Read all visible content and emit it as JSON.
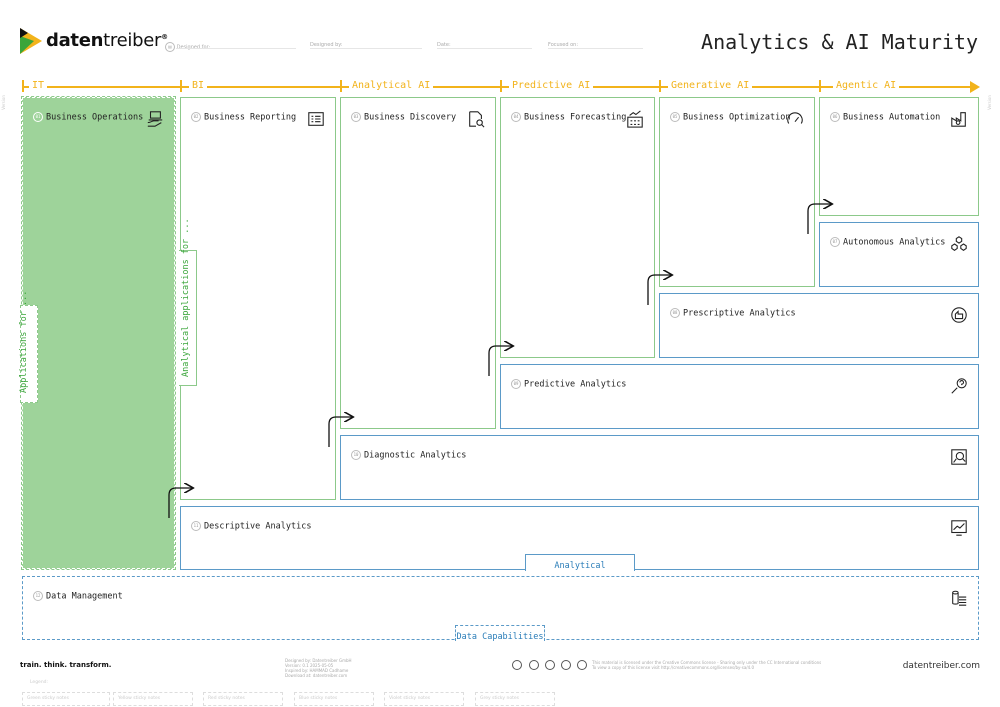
{
  "brand": {
    "name_bold": "daten",
    "name_thin": "treiber",
    "mark": "®"
  },
  "page_title": "Analytics & AI Maturity",
  "meta": {
    "designed_for": "Designed for:",
    "designed_by": "Designed by:",
    "date": "Date:",
    "focused_on": "Focused on:"
  },
  "colors": {
    "accent": "#f2b31b",
    "green": "#8cc98a",
    "green_fill": "#9ed39a",
    "blue": "#5b9ac8",
    "blue_text": "#2a7db8",
    "green_text": "#3aa53a"
  },
  "stages": [
    "IT",
    "BI",
    "Analytical AI",
    "Predictive AI",
    "Generative AI",
    "Agentic AI"
  ],
  "side_labels": {
    "left": "Version",
    "right": "Version"
  },
  "vertical_labels": {
    "applications": "Applications for ...",
    "analytical_applications": "Analytical applications for ..."
  },
  "boxes": {
    "business_operations": {
      "num": "01",
      "title": "Business Operations",
      "icon": "hand-laptop-icon"
    },
    "business_reporting": {
      "num": "02",
      "title": "Business Reporting",
      "icon": "report-list-icon"
    },
    "business_discovery": {
      "num": "03",
      "title": "Business Discovery",
      "icon": "document-search-icon"
    },
    "business_forecasting": {
      "num": "04",
      "title": "Business Forecasting",
      "icon": "calculator-chart-icon"
    },
    "business_optimization": {
      "num": "05",
      "title": "Business Optimization",
      "icon": "speedometer-icon"
    },
    "business_automation": {
      "num": "06",
      "title": "Business Automation",
      "icon": "factory-gear-icon"
    },
    "autonomous_analytics": {
      "num": "07",
      "title": "Autonomous Analytics",
      "icon": "network-cubes-icon"
    },
    "prescriptive_analytics": {
      "num": "08",
      "title": "Prescriptive Analytics",
      "icon": "hand-circle-icon"
    },
    "predictive_analytics": {
      "num": "09",
      "title": "Predictive Analytics",
      "icon": "question-trend-icon"
    },
    "diagnostic_analytics": {
      "num": "10",
      "title": "Diagnostic Analytics",
      "icon": "chart-magnifier-icon"
    },
    "descriptive_analytics": {
      "num": "11",
      "title": "Descriptive Analytics",
      "icon": "line-chart-icon"
    },
    "data_management": {
      "num": "12",
      "title": "Data Management",
      "icon": "database-list-icon"
    }
  },
  "tabs": {
    "analytical_capabilities": "Analytical Capabilities",
    "data_capabilities": "Data Capabilities"
  },
  "footer": {
    "tagline": "train. think. transform.",
    "small": [
      "Designed by: Datentreiber GmbH",
      "Version: 0.1 2025-05-05",
      "Inspired by: HAMMAD Cadhame",
      "Download at: datentreiber.com"
    ],
    "license": [
      "This material is licensed under the Creative Commons license - Sharing only under the CC International conditions",
      "To view a copy of this license visit http://creativecommons.org/licenses/by-sa/4.0"
    ],
    "url": "datentreiber.com"
  },
  "legend": "Legend:",
  "sticky_notes": [
    "Green sticky notes",
    "Yellow sticky notes",
    "Red sticky notes",
    "Blue sticky notes",
    "Violet sticky notes",
    "Grey sticky notes"
  ]
}
